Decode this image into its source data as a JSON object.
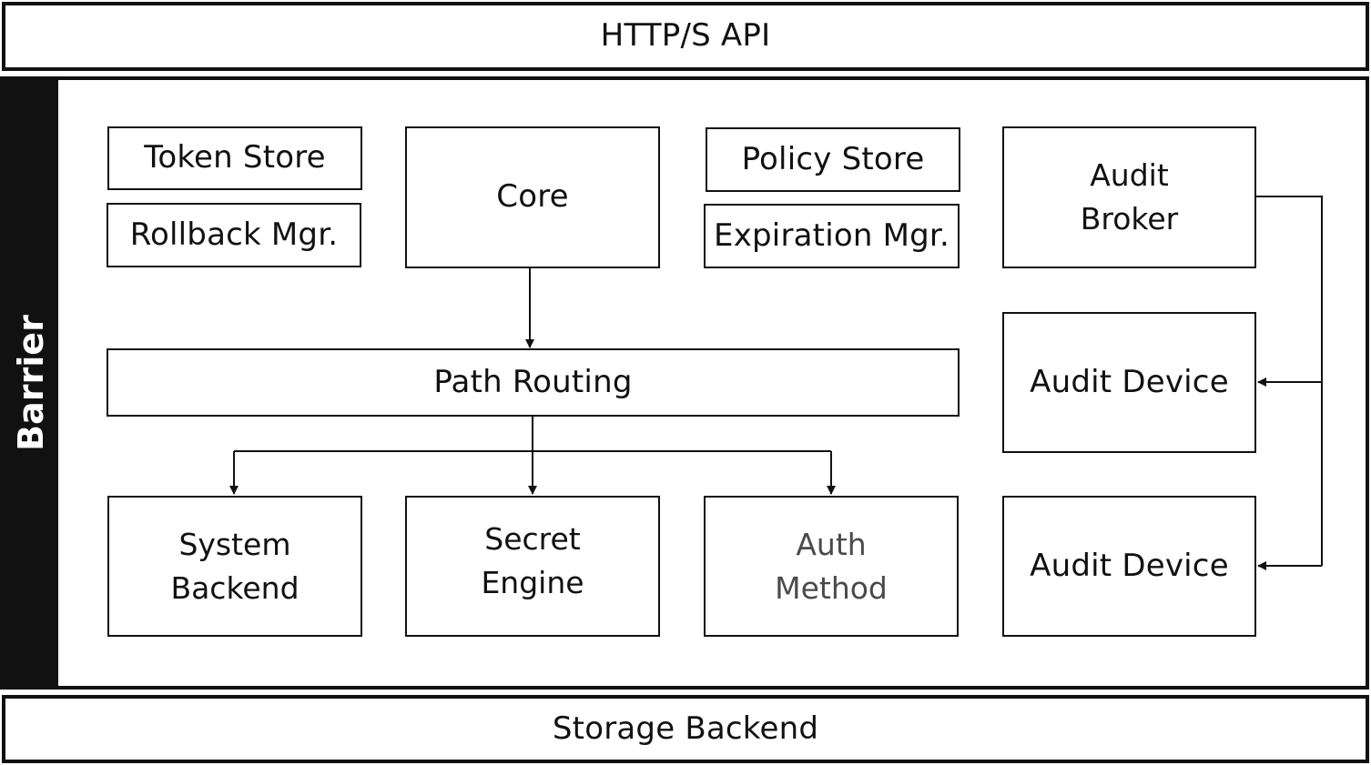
{
  "top_layer": {
    "label": "HTTP/S API"
  },
  "barrier": {
    "label": "Barrier"
  },
  "bottom_layer": {
    "label": "Storage Backend"
  },
  "components": {
    "token_store": "Token Store",
    "rollback_mgr": "Rollback Mgr.",
    "core": "Core",
    "policy_store": "Policy Store",
    "expiration_mgr": "Expiration Mgr.",
    "audit_broker": [
      "Audit",
      "Broker"
    ],
    "path_routing": "Path Routing",
    "audit_device_1": "Audit Device",
    "audit_device_2": "Audit Device",
    "system_backend": [
      "System",
      "Backend"
    ],
    "secret_engine": [
      "Secret",
      "Engine"
    ],
    "auth_method": [
      "Auth",
      "Method"
    ]
  }
}
